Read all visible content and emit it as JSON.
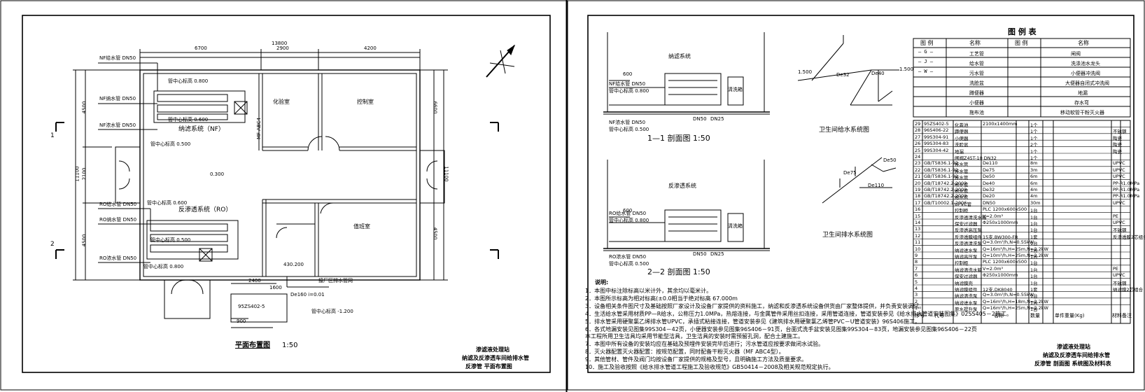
{
  "left_sheet": {
    "plan_title": "平面布置图",
    "plan_scale": "1:50",
    "dimensions": {
      "total_width": "13800",
      "seg1": "6700",
      "seg2": "2900",
      "seg3": "4200",
      "left_total": "11100",
      "left_top": "4500",
      "left_mid": "2100",
      "left_bottom": "4500",
      "right_top": "6600",
      "right_mid": "11100",
      "right_bottom": "4500",
      "bottom_a": "2400",
      "bottom_b": "1600",
      "bottom_c": "900"
    },
    "rooms": {
      "lab": "化验室",
      "control": "控制室",
      "duty": "值班室"
    },
    "system_labels": {
      "nf": "纳滤系统（NF）",
      "ro": "反渗透系统（RO）",
      "elevation_main": "0.300"
    },
    "pipe_labels": {
      "nf_top": "NF给水管 DN50",
      "nf_mid": "NF纳水管 DN50",
      "nf_conc": "NF浓水管 DN50",
      "ro_top": "RO给水管 DN50",
      "ro_mid": "RO纳水管 DN50",
      "ro_conc": "RO浓水管 DN50",
      "small1": "管中心标高 0.800",
      "small2": "管中心标高 0.600",
      "small3": "管中心标高 0.500",
      "small4": "管中心标高 0.600",
      "small5": "管中心标高 0.500",
      "small6": "管中心标高 0.800"
    },
    "drain": {
      "label1": "De160 i=0.01",
      "label2": "95ZS402-5",
      "label3": "接厂区排水管网",
      "elev": "管中心标高 -1.200",
      "water_tank": "430.200"
    },
    "mf_label": "MF ABC4",
    "title_block": {
      "line1": "渗滤液处理站",
      "line2": "纳滤及反渗透车间给排水管",
      "line3": "反渗管  平面布置图"
    },
    "section_marks": [
      "1",
      "2"
    ]
  },
  "right_sheet": {
    "section1_title": "1—1 剖面图",
    "section1_scale": "1:50",
    "section2_title": "2—2 剖面图",
    "section2_scale": "1:50",
    "nf_system": "纳滤系统",
    "ro_system": "反渗透系统",
    "section_labels": {
      "nf_feed": "NF给水管 DN50",
      "nf_elev1": "管中心标高 0.800",
      "nf_drain": "NF浓水管 DN50",
      "nf_elev2": "管中心标高 0.500",
      "nf_dn50": "DN50",
      "nf_dn25": "DN25",
      "ro_feed": "RO给水管 DN50",
      "ro_elev1": "管中心标高 0.800",
      "ro_drain": "RO浓水管 DN50",
      "ro_elev2": "管中心标高 0.500",
      "ro_dn50": "DN50",
      "ro_dn25": "DN25",
      "cleaning1": "清洗箱",
      "cleaning2": "清洗箱",
      "dim600": "600",
      "dim600b": "600"
    },
    "water_supply_title": "卫生间给水系统图",
    "drainage_title": "卫生间排水系统图",
    "iso_labels": {
      "de32": "De32",
      "de40": "De40",
      "de50": "De50",
      "de110": "De110",
      "de75": "De75",
      "v1500a": "1.500",
      "v1500b": "1.500"
    },
    "notes_header": "说明:",
    "notes": [
      "1．本图中标注除标高以米计外，其余均以毫米计。",
      "2．本图所示标高为相对标高(±0.0相当于绝对标高  67.000m",
      "3．设备相关条件图尺寸及基础按照厂家设计及设备厂家提供的资料施工，纳滤和反渗透系统设备供货由厂家整体提供，并负责安装调试。",
      "4．生活给水管采用材质PP—R给水，公称压力1.0MPa，热熔连接，与金属管件采用丝扣连接，采用管道连接，管道安装参见《给水排水管道安装图集》02SS405－2施工。",
      "5．排水管采用硬聚氯乙烯排水管UPVC，承插式粘接连接，管道安装参见《建筑排水用硬聚氯乙烯管PVC－U管道安装》96S406施工。",
      "6．各式地漏安装见图集99S304－42页，小便器安装参见图集96S406－91页，台面式洗手盆安装见图集99S304－83页，地漏安装参见图集96S406－22页",
      "   本工程所用卫生洁具均采用节能型洁具，卫生洁具的安装时需预留孔洞，配合土建施工。",
      "7．本图中所有设备的安装均应在基础及预埋件安装完毕后进行；污水管道应按要求做闭水试验。",
      "8．灭火器配置灭火器配置：按规范配置，同时配备干粉灭火器（MF ABC4型）。",
      "9．其他管材、管件及阀门均按设备厂家提供的规格及型号，且明确施工方法及质量要求。",
      "10．施工及验收按照《给水排水管道工程施工及验收规范》GB50414－2008及相关规范规定执行。"
    ],
    "legend_table": {
      "title": "图 例 表",
      "headers": [
        "图 例",
        "名称",
        "图 例",
        "名称"
      ],
      "rows": [
        [
          "工艺管",
          "闸阀"
        ],
        [
          "给水管",
          "洗涤池水龙头"
        ],
        [
          "污水管",
          "小便器冲洗阀"
        ],
        [
          "洗脸盆",
          "大便器自闭式冲洗阀"
        ],
        [
          "蹲便器",
          "地漏"
        ],
        [
          "小便器",
          "存水弯"
        ],
        [
          "拖布池",
          "移动软管干粉灭火器"
        ]
      ],
      "legend_symbols": [
        "— G —",
        "— J —",
        "— W —"
      ]
    },
    "bom": {
      "rows": [
        [
          "29",
          "95ZS402-5",
          "化粪池",
          "2100x1400mm",
          "1个",
          ""
        ],
        [
          "28",
          "96S406-22",
          "蹲便器",
          "",
          "1个",
          "不锈钢"
        ],
        [
          "27",
          "99S304-91",
          "小便器",
          "",
          "1个",
          "陶瓷"
        ],
        [
          "26",
          "99S304-83",
          "洗脸盆",
          "",
          "2个",
          "陶瓷"
        ],
        [
          "25",
          "99S304-42",
          "地漏",
          "",
          "1个",
          "陶瓷"
        ],
        [
          "24",
          "",
          "闸阀Z45T-10 DN32",
          "",
          "1个",
          ""
        ],
        [
          "23",
          "GB/T5836.1-92",
          "排水管",
          "De110",
          "8m",
          "UPVC"
        ],
        [
          "22",
          "GB/T5836.1-92",
          "排水管",
          "De75",
          "3m",
          "UPVC"
        ],
        [
          "21",
          "GB/T5836.1-92",
          "排水管",
          "De50",
          "6m",
          "UPVC"
        ],
        [
          "20",
          "GB/T18742.2-2002",
          "给水管",
          "De40",
          "6m",
          "PP-R1.0MPa"
        ],
        [
          "19",
          "GB/T18742.2-2002",
          "给水管",
          "De32",
          "4m",
          "PP-R1.0MPa"
        ],
        [
          "18",
          "GB/T18742.2-2002",
          "给水管",
          "De20",
          "4m",
          "PP-R1.0MPa"
        ],
        [
          "17",
          "GB/T10002.1-2006",
          "UPVC管",
          "DN50",
          "30m",
          "UPVC"
        ],
        [
          "16",
          "",
          "控制柜",
          "PLC 1200x600x500",
          "1台",
          ""
        ],
        [
          "15",
          "",
          "反渗透清洗水箱",
          "V=2.0m³",
          "1台",
          "PE"
        ],
        [
          "14",
          "",
          "保安过滤器",
          "Φ250x1000mm",
          "1台",
          "UPVC"
        ],
        [
          "13",
          "",
          "反渗透高压泵",
          "",
          "1台",
          "不锈钢"
        ],
        [
          "12",
          "",
          "反渗透膜组件",
          "15支,BW300-FR",
          "1套",
          "反渗透膜2芯组合"
        ],
        [
          "11",
          "",
          "反渗透清洗泵",
          "Q=3.0m³/h,N=0.55kW",
          "1台",
          ""
        ],
        [
          "10",
          "",
          "纳滤进水泵",
          "Q=16m³/h,H=25m,N=2.2kW",
          "1台",
          ""
        ],
        [
          "9",
          "",
          "纳滤高压泵",
          "Q=10m³/h,H=25m,N=2.2kW",
          "1台",
          ""
        ],
        [
          "8",
          "",
          "控制柜",
          "PLC 1200x600x500",
          "1台",
          ""
        ],
        [
          "7",
          "",
          "纳滤清洗水箱",
          "V=2.0m³",
          "1台",
          "PE"
        ],
        [
          "6",
          "",
          "保安过滤器",
          "Φ250x1000mm",
          "1台",
          "UPVC"
        ],
        [
          "5",
          "",
          "纳滤膜壳",
          "",
          "1台",
          "不锈钢"
        ],
        [
          "4",
          "",
          "纳滤膜组件",
          "12支,DK8040",
          "1套",
          "纳滤膜2芯组合"
        ],
        [
          "3",
          "",
          "纳滤清洗泵",
          "Q=3.0m³/h,N=0.55kW",
          "1台",
          ""
        ],
        [
          "2",
          "",
          "纳滤进水泵",
          "Q=16m³/h,H=18m,N=2.2kW",
          "1台",
          ""
        ],
        [
          "1",
          "",
          "原水提升泵",
          "Q=16m³/h,H=25m,N=2.2kW",
          "1台",
          ""
        ]
      ],
      "footer": [
        "序号",
        "代号",
        "名称",
        "数量",
        "单件重量(Kg)",
        "材料",
        "备注"
      ]
    },
    "title_block": {
      "line1": "渗滤液处理站",
      "line2": "纳滤及反渗透车间给排水管",
      "line3": "反渗管  剖面图  系统图及材料表"
    }
  }
}
